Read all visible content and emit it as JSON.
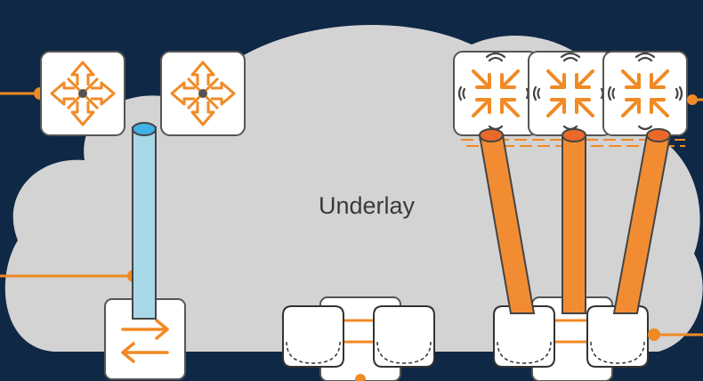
{
  "diagram": {
    "cloud_label": "Underlay",
    "colors": {
      "background": "#0f2845",
      "cloud": "#d3d3d3",
      "device_fill": "#ffffff",
      "device_stroke": "#555555",
      "accent_orange": "#f08a24",
      "tunnel_orange": "#f28c33",
      "tunnel_blue": "#a9d8e8",
      "tunnel_blue_cap": "#3fb0e8"
    },
    "devices": [
      {
        "id": "router-1",
        "icon": "router-icon"
      },
      {
        "id": "router-2",
        "icon": "router-icon"
      },
      {
        "id": "gateway-1",
        "icon": "wireless-gateway-icon"
      },
      {
        "id": "gateway-2",
        "icon": "wireless-gateway-icon"
      },
      {
        "id": "gateway-3",
        "icon": "wireless-gateway-icon"
      },
      {
        "id": "switch-1",
        "icon": "switch-icon"
      },
      {
        "id": "access-point-group-1",
        "icon": "access-point-icon"
      },
      {
        "id": "access-point-group-2",
        "icon": "access-point-icon"
      }
    ],
    "tunnels": [
      {
        "id": "tunnel-blue",
        "color": "blue"
      },
      {
        "id": "tunnel-orange-1",
        "color": "orange"
      },
      {
        "id": "tunnel-orange-2",
        "color": "orange"
      },
      {
        "id": "tunnel-orange-3",
        "color": "orange"
      }
    ]
  }
}
